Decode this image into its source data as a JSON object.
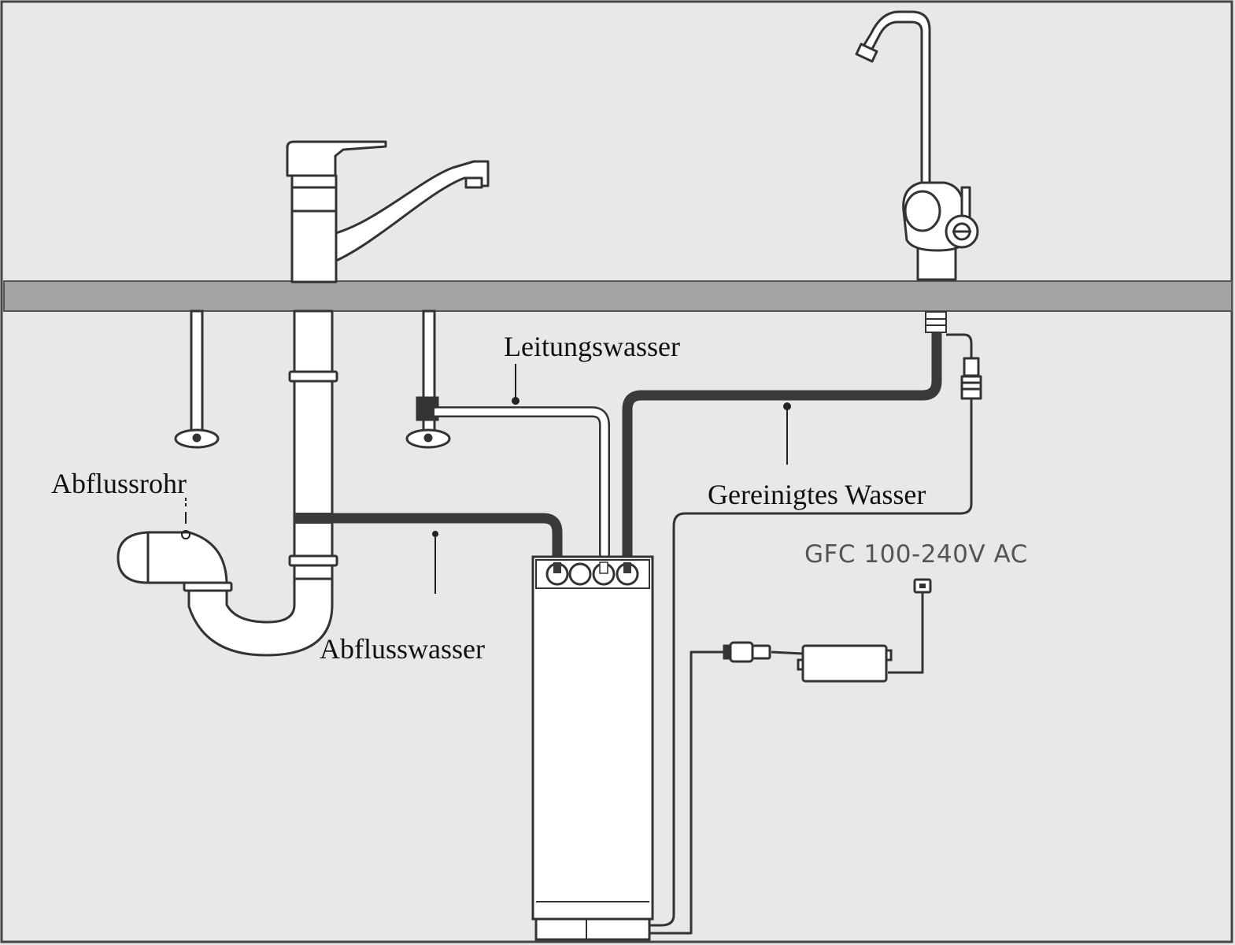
{
  "labels": {
    "tap_water": "Leitungswasser",
    "purified_water": "Gereinigtes Wasser",
    "drain_pipe": "Abflussrohr",
    "waste_water": "Abflusswasser",
    "power_supply": "GFC 100-240V AC"
  },
  "colors": {
    "background": "#e8e7e9",
    "line": "#333333",
    "countertop": "#a3a3a3",
    "fixture_fill": "#ffffff",
    "dark_hose": "#3a3a3a"
  },
  "icons": {
    "kitchen_faucet": "mixer-tap-icon",
    "filter_faucet": "filter-tap-icon",
    "siphon": "p-trap-icon",
    "adapter": "power-adapter-icon",
    "socket": "wall-socket-icon"
  }
}
